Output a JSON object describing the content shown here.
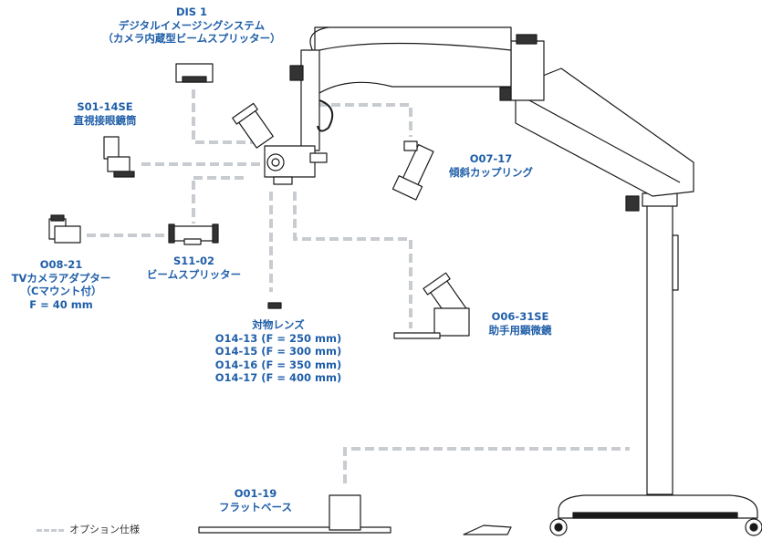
{
  "colors": {
    "label": "#1f5ea8",
    "dash": "#c8ccd0",
    "line": "#1a1a1a"
  },
  "labels": {
    "dis1": [
      "DIS 1",
      "デジタルイメージングシステム",
      "（カメラ内蔵型ビームスプリッター）"
    ],
    "s0114se": [
      "S01-14SE",
      "直視接眼鏡筒"
    ],
    "o0717": [
      "O07-17",
      "傾斜カップリング"
    ],
    "o0821": [
      "O08-21",
      "TVカメラアダプター",
      "（Cマウント付）",
      "F = 40 mm"
    ],
    "s1102": [
      "S11-02",
      "ビームスプリッター"
    ],
    "o0631se": [
      "O06-31SE",
      "助手用顕微鏡"
    ],
    "objective": [
      "対物レンズ",
      "O14-13 (F = 250 mm)",
      "O14-15 (F = 300 mm)",
      "O14-16 (F = 350 mm)",
      "O14-17 (F = 400 mm)"
    ],
    "o0119": [
      "O01-19",
      "フラットベース"
    ]
  },
  "legend": {
    "text": "オプション仕様"
  }
}
